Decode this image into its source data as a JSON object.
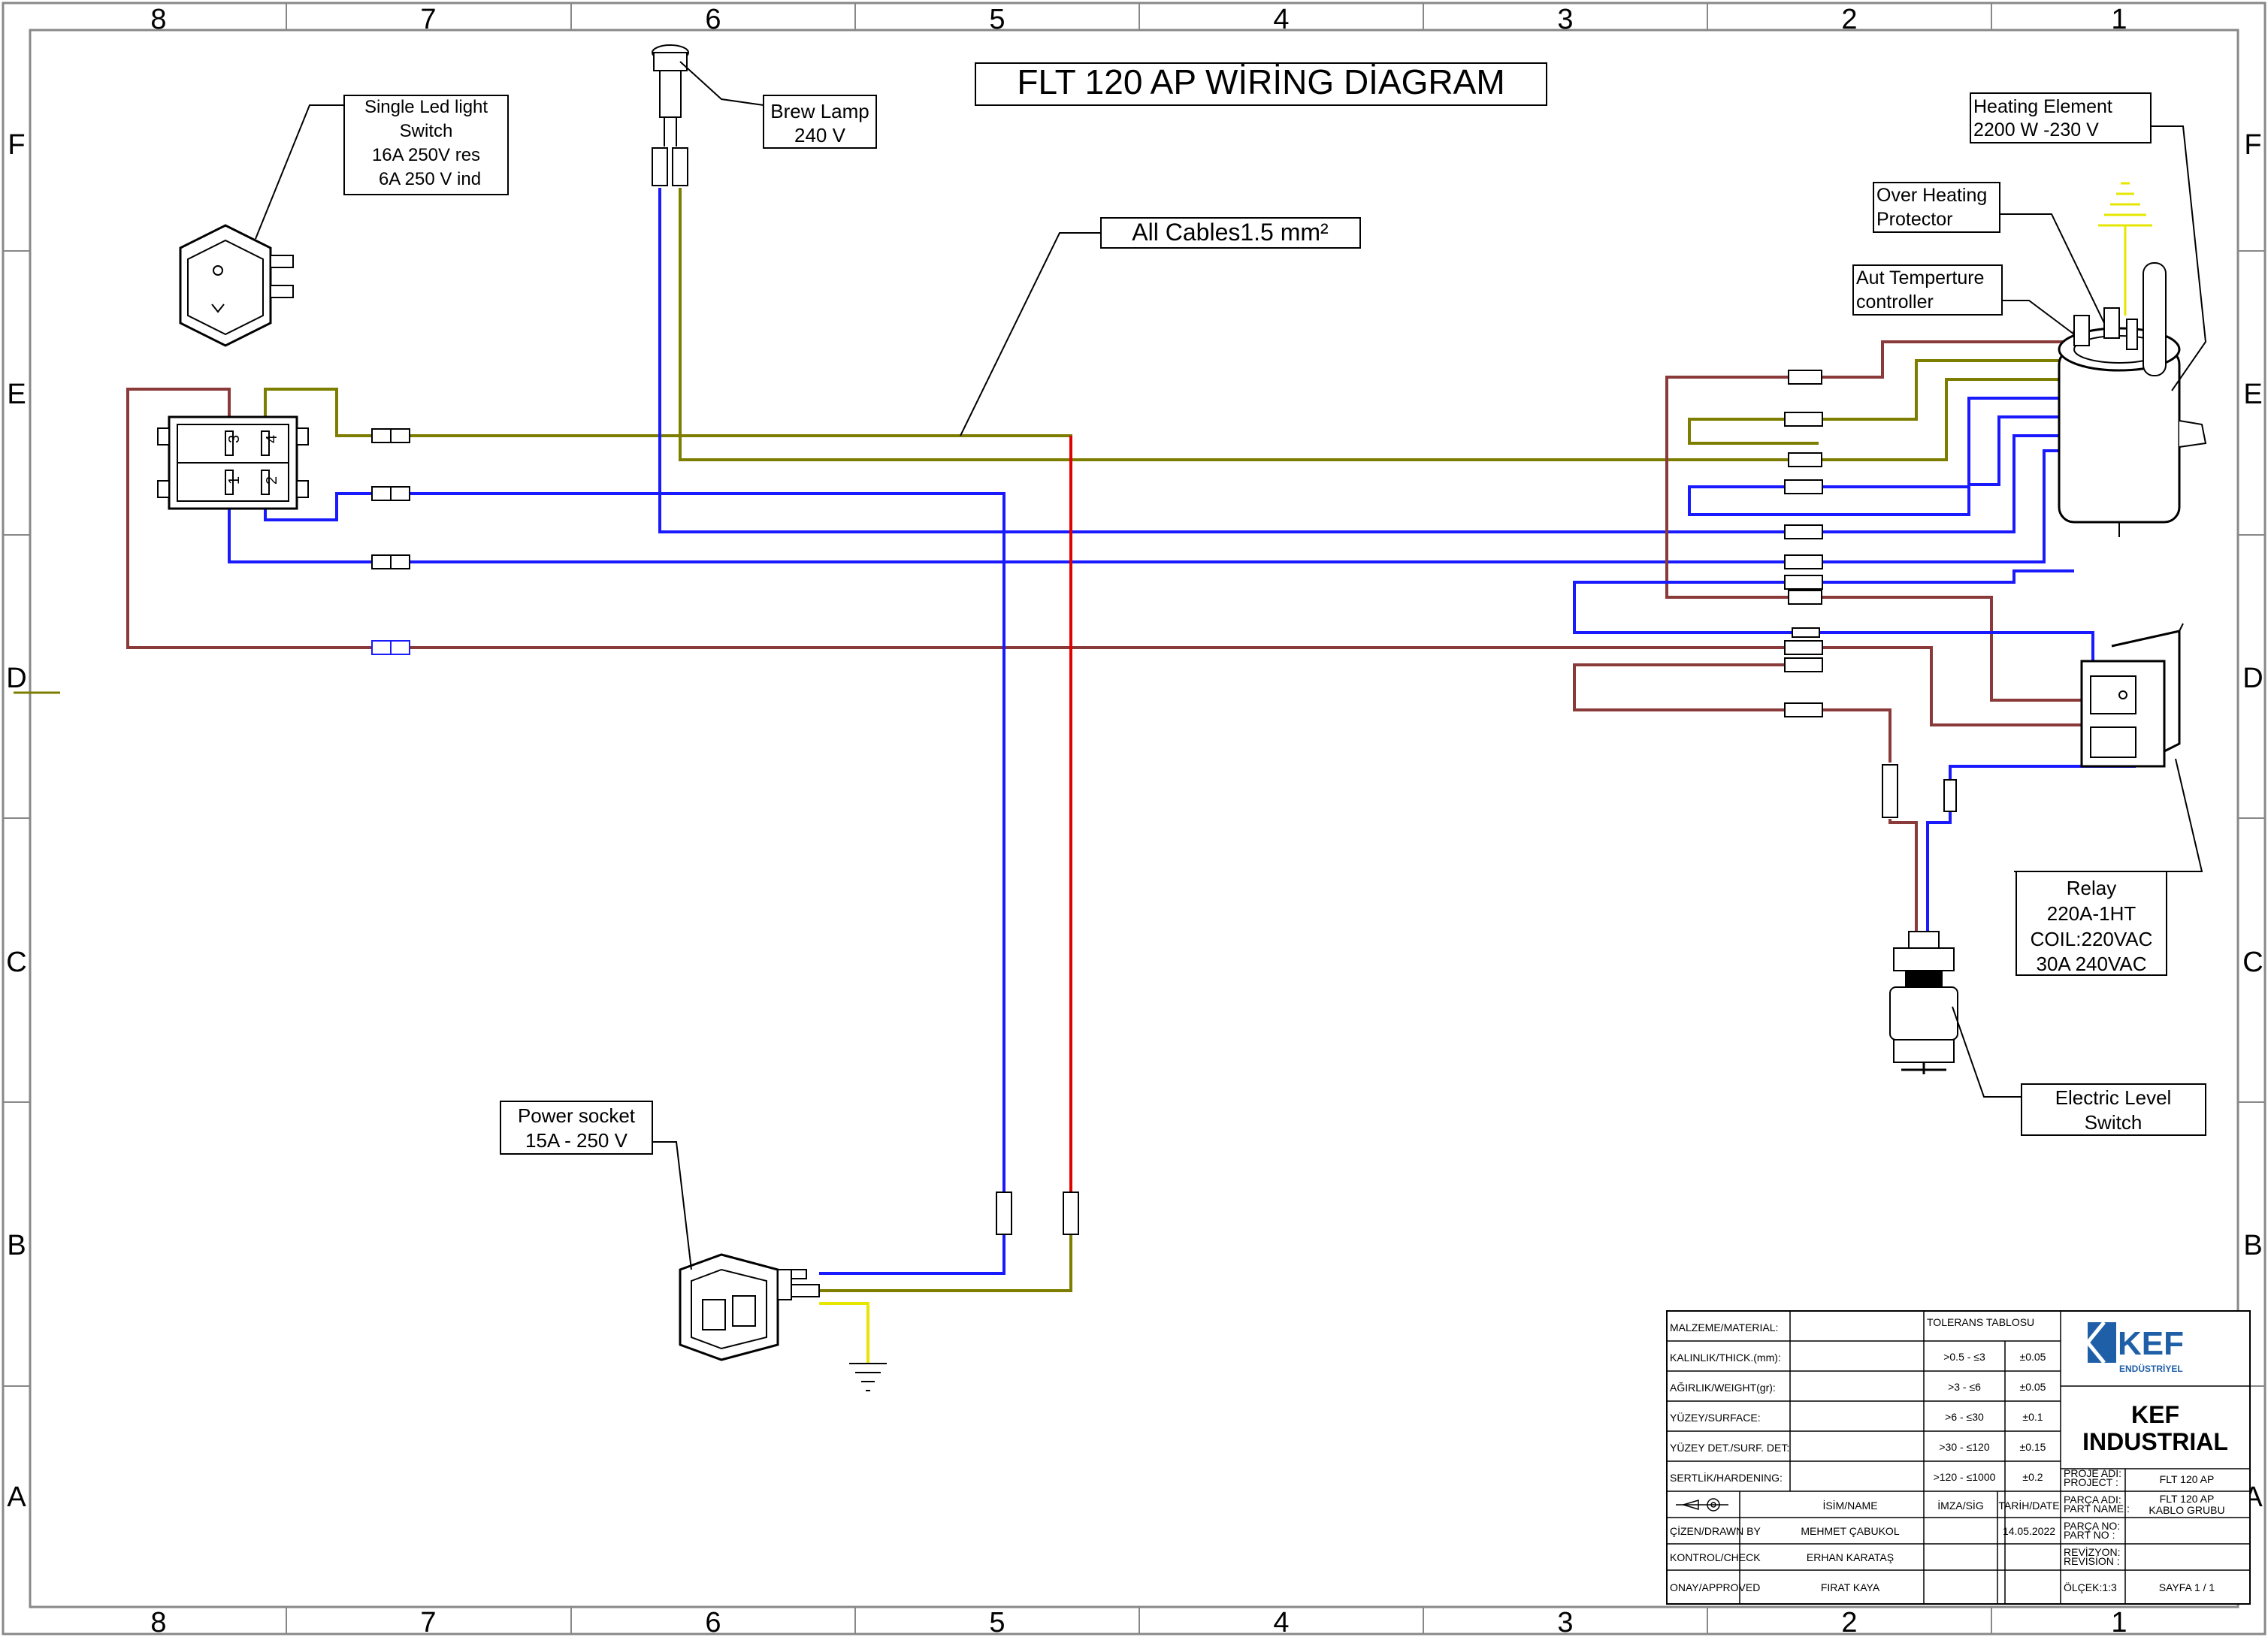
{
  "title": "FLT 120 AP WİRİNG DİAGRAM",
  "grid": {
    "columns": [
      "8",
      "7",
      "6",
      "5",
      "4",
      "3",
      "2",
      "1"
    ],
    "rows": [
      "F",
      "E",
      "D",
      "C",
      "B",
      "A"
    ]
  },
  "labels": {
    "led_switch": [
      "Single Led light",
      "Switch",
      "16A 250V res",
      "6A 250 V ind"
    ],
    "brew_lamp": [
      "Brew Lamp",
      "240 V"
    ],
    "cables": "All Cables1.5 mm²",
    "heating_element": [
      "Heating Element",
      "2200 W -230 V"
    ],
    "over_heating": [
      "Over Heating",
      "Protector"
    ],
    "temp_controller": [
      "Aut Temperture",
      "controller"
    ],
    "relay": [
      "Relay",
      "220A-1HT",
      "COIL:220VAC",
      "30A 240VAC"
    ],
    "level_switch": [
      "Electric Level",
      "Switch"
    ],
    "power_socket": [
      "Power socket",
      "15A - 250 V"
    ]
  },
  "switch_terminals": [
    "3",
    "4",
    "1",
    "2"
  ],
  "wire_colors": {
    "live": "#8b3a3a",
    "neutral": "#1a1aff",
    "olive": "#7d7d00",
    "red": "#e00000",
    "ground": "#e6e600"
  },
  "title_block": {
    "rows": [
      {
        "label": "MALZEME/MATERIAL:",
        "value": "",
        "range": "TOLERANS TABLOSU",
        "tol": ""
      },
      {
        "label": "KALINLIK/THICK.(mm):",
        "value": "",
        "range": ">0.5 - ≤3",
        "tol": "±0.05"
      },
      {
        "label": "AĞIRLIK/WEIGHT(gr):",
        "value": "",
        "range": ">3 - ≤6",
        "tol": "±0.05"
      },
      {
        "label": "YÜZEY/SURFACE:",
        "value": "",
        "range": ">6 - ≤30",
        "tol": "±0.1"
      },
      {
        "label": "YÜZEY DET./SURF. DET:",
        "value": "",
        "range": ">30 - ≤120",
        "tol": "±0.15"
      },
      {
        "label": "SERTLİK/HARDENING:",
        "value": "",
        "range": ">120 - ≤1000",
        "tol": "±0.2"
      }
    ],
    "header": {
      "name": "İSİM/NAME",
      "sign": "İMZA/SİG",
      "date": "TARİH/DATE"
    },
    "people": [
      {
        "role": "ÇİZEN/DRAWN BY",
        "name": "MEHMET ÇABUKOL",
        "date": "14.05.2022"
      },
      {
        "role": "KONTROL/CHECK",
        "name": "ERHAN KARATAŞ",
        "date": ""
      },
      {
        "role": "ONAY/APPROVED",
        "name": "FIRAT KAYA",
        "date": ""
      }
    ],
    "logo_text": "KEF",
    "logo_sub": "ENDÜSTRİYEL",
    "company": [
      "KEF",
      "INDUSTRIAL"
    ],
    "project_label": [
      "PROJE ADI:",
      "PROJECT   :"
    ],
    "project_value": "FLT 120 AP",
    "part_label": [
      "PARÇA ADI:",
      "PART NAME :"
    ],
    "part_value": [
      "FLT 120 AP",
      "KABLO GRUBU"
    ],
    "partno_label": [
      "PARÇA NO:",
      "PART NO   :"
    ],
    "revision_label": [
      "REVİZYON:",
      "REVİSİON :"
    ],
    "scale": "ÖLÇEK:1:3",
    "sheet": "SAYFA 1 / 1"
  }
}
